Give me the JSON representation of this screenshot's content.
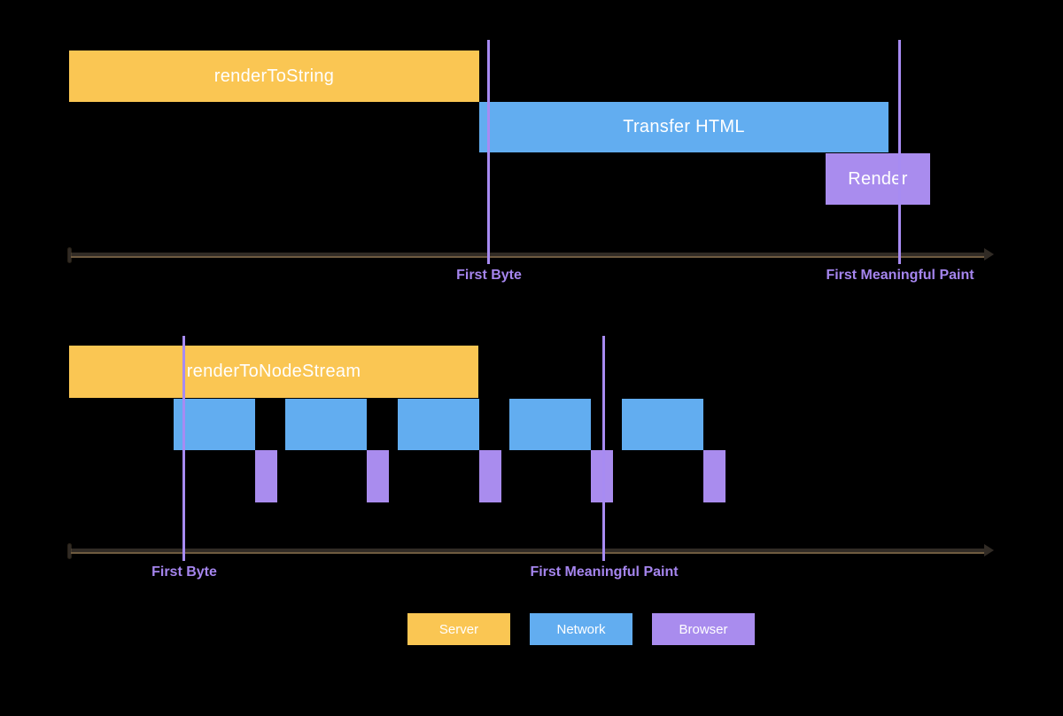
{
  "colors": {
    "background": "#000000",
    "server": "#FAC653",
    "network": "#62ADF0",
    "browser": "#A98CEE",
    "marker_line": "#A78BF2",
    "marker_label": "#A585EE",
    "axis": "#312B25",
    "axis_edge": "#6F5B40",
    "bar_text": "#FFFFFF"
  },
  "top_timeline": {
    "server_bar": "renderToString",
    "network_bar": "Transfer HTML",
    "browser_bar": "Render",
    "first_byte_label": "First Byte",
    "fmp_label": "First Meaningful Paint"
  },
  "bottom_timeline": {
    "server_bar": "renderToNodeStream",
    "first_byte_label": "First Byte",
    "fmp_label": "First Meaningful Paint",
    "chunk_count": 5
  },
  "legend": [
    {
      "label": "Server"
    },
    {
      "label": "Network"
    },
    {
      "label": "Browser"
    }
  ]
}
